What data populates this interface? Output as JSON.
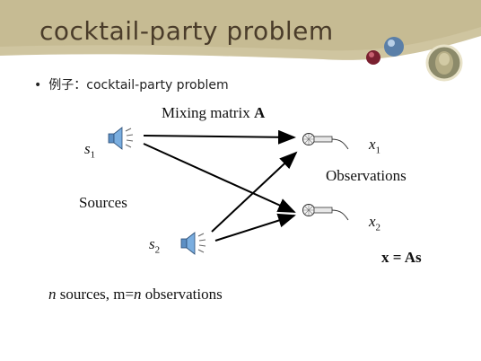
{
  "header": {
    "title": "cocktail-party problem"
  },
  "bullet": {
    "text": "例子：cocktail-party problem"
  },
  "diagram": {
    "mixing_label": "Mixing matrix",
    "mixing_symbol": "A",
    "sources_label": "Sources",
    "observations_label": "Observations",
    "source_1": {
      "var": "s",
      "sub": "1"
    },
    "source_2": {
      "var": "s",
      "sub": "2"
    },
    "observation_1": {
      "var": "x",
      "sub": "1"
    },
    "observation_2": {
      "var": "x",
      "sub": "2"
    },
    "equation": "x = As",
    "footer": {
      "n1": "n",
      "mid": " sources, m=",
      "n2": "n",
      "end": " observations"
    }
  },
  "colors": {
    "header_band": "#c9bf97",
    "title_text": "#4a3c2a",
    "arrow": "#000000"
  }
}
